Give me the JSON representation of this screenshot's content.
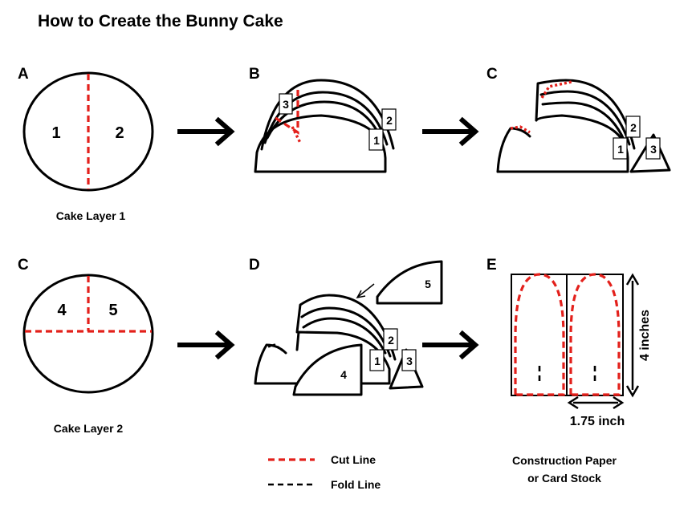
{
  "title": "How to Create the Bunny Cake",
  "panels": {
    "a": "A",
    "b": "B",
    "c1": "C",
    "c2": "C",
    "d": "D",
    "e": "E"
  },
  "layer1": {
    "caption": "Cake Layer 1",
    "piece1": "1",
    "piece2": "2"
  },
  "layer2": {
    "caption": "Cake Layer 2",
    "piece4": "4",
    "piece5": "5"
  },
  "b": {
    "tag3": "3",
    "tag2": "2",
    "tag1": "1"
  },
  "c": {
    "tag2": "2",
    "tag1": "1",
    "tag3": "3"
  },
  "d": {
    "tag2": "2",
    "tag1": "1",
    "tag3": "3",
    "piece4": "4",
    "piece5": "5"
  },
  "e": {
    "height": "4 inches",
    "width": "1.75 inch",
    "caption_line1": "Construction Paper",
    "caption_line2": "or Card Stock"
  },
  "legend": {
    "cut": "Cut Line",
    "fold": "Fold Line"
  },
  "colors": {
    "cut": "#e3201b",
    "outline": "#000000"
  }
}
